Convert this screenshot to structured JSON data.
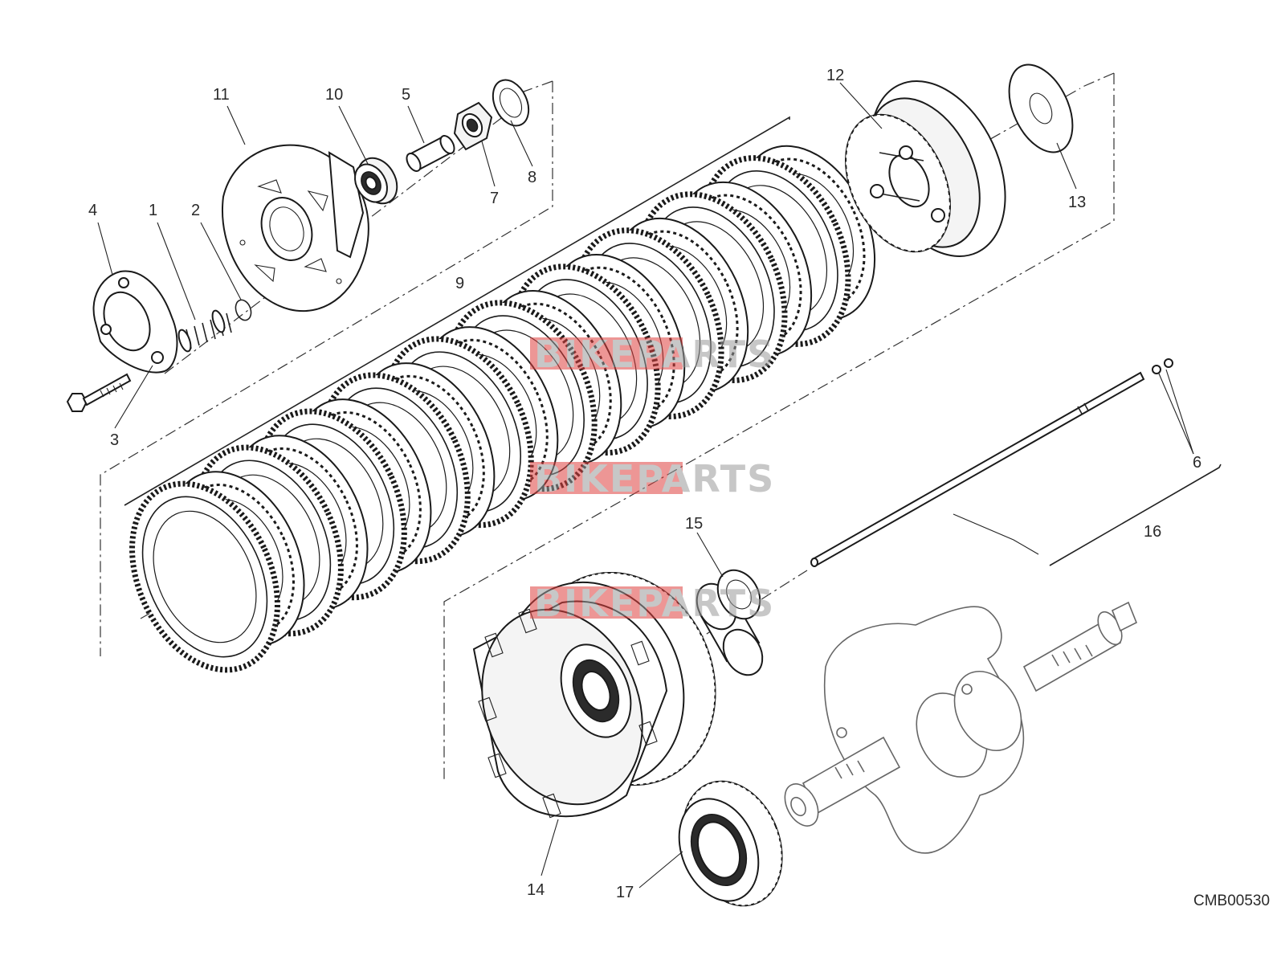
{
  "drawing_code": "CMB00530",
  "watermark": {
    "text": "BIKEPARTS",
    "color_red": "#e0413f",
    "color_grey": "#9a9a9a"
  },
  "callouts": [
    {
      "id": "c1",
      "label": "1"
    },
    {
      "id": "c2",
      "label": "2"
    },
    {
      "id": "c3",
      "label": "3"
    },
    {
      "id": "c4",
      "label": "4"
    },
    {
      "id": "c5",
      "label": "5"
    },
    {
      "id": "c6",
      "label": "6"
    },
    {
      "id": "c7",
      "label": "7"
    },
    {
      "id": "c8",
      "label": "8"
    },
    {
      "id": "c9",
      "label": "9"
    },
    {
      "id": "c10",
      "label": "10"
    },
    {
      "id": "c11",
      "label": "11"
    },
    {
      "id": "c12",
      "label": "12"
    },
    {
      "id": "c13",
      "label": "13"
    },
    {
      "id": "c14",
      "label": "14"
    },
    {
      "id": "c15",
      "label": "15"
    },
    {
      "id": "c16",
      "label": "16"
    },
    {
      "id": "c17",
      "label": "17"
    }
  ]
}
